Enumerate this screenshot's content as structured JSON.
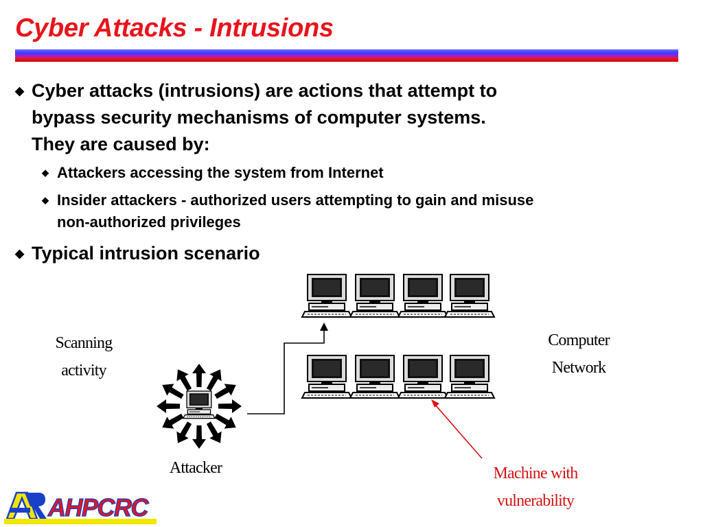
{
  "slide": {
    "title": "Cyber Attacks - Intrusions",
    "bullets": {
      "b1_line1": "Cyber attacks (intrusions) are actions that attempt to",
      "b1_line2": "bypass security mechanisms of computer systems.",
      "b1_line3": "They are caused by:",
      "sub1": "Attackers accessing the system from Internet",
      "sub2_line1": "Insider attackers - authorized users attempting to gain and misuse",
      "sub2_line2": "non-authorized privileges",
      "b2": "Typical intrusion scenario"
    }
  },
  "diagram": {
    "scanning_line1": "Scanning",
    "scanning_line2": "activity",
    "network_line1": "Computer",
    "network_line2": "Network",
    "attacker": "Attacker",
    "vuln_line1": "Machine with",
    "vuln_line2": "vulnerability"
  },
  "logo": {
    "text": "AHPCRC"
  },
  "colors": {
    "title": "#e8141c",
    "annotation": "#d31414",
    "logo_blue": "#1840c8",
    "logo_yellow": "#f2e600"
  }
}
